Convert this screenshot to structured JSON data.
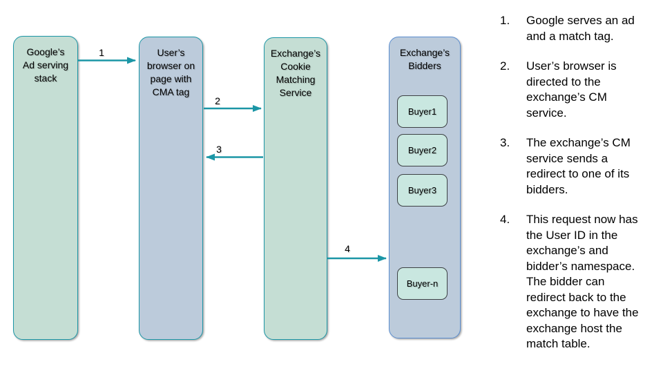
{
  "slide": {
    "nodes": [
      {
        "id": "google-ad-stack",
        "label": "Google’s\nAd serving\nstack"
      },
      {
        "id": "user-browser",
        "label": "User’s\nbrowser on\npage with\nCMA tag"
      },
      {
        "id": "cm-service",
        "label": "Exchange’s\nCookie\nMatching\nService"
      },
      {
        "id": "bidders",
        "label": "Exchange’s\nBidders"
      }
    ],
    "buyers": [
      "Buyer1",
      "Buyer2",
      "Buyer3",
      "Buyer-n"
    ],
    "arrows": [
      {
        "label": "1",
        "from": "google-ad-stack",
        "to": "user-browser"
      },
      {
        "label": "2",
        "from": "user-browser",
        "to": "cm-service"
      },
      {
        "label": "3",
        "from": "cm-service",
        "to": "user-browser"
      },
      {
        "label": "4",
        "from": "cm-service",
        "to": "bidders"
      }
    ],
    "steps": [
      {
        "num": "1.",
        "text": "Google serves an ad\nand a match tag."
      },
      {
        "num": "2.",
        "text": "User’s browser is\ndirected to the\nexchange’s CM\nservice."
      },
      {
        "num": "3.",
        "text": "The exchange’s CM\nservice sends a\nredirect to one of its\nbidders."
      },
      {
        "num": "4.",
        "text": "This request now has\nthe User ID in the\nexchange’s and\nbidder’s namespace.\nThe bidder can\nredirect back to the\nexchange to have the\nexchange host the\nmatch table."
      }
    ],
    "colors": {
      "node_green_fill": "#c5ded4",
      "node_blue_fill": "#bccbdb",
      "teal_border": "#1b96a6",
      "bidders_border": "#5b8ed0",
      "buyer_fill": "#c9e7e0",
      "buyer_border": "#3c4043",
      "arrow": "#1b96a6",
      "text": "#000000"
    }
  }
}
